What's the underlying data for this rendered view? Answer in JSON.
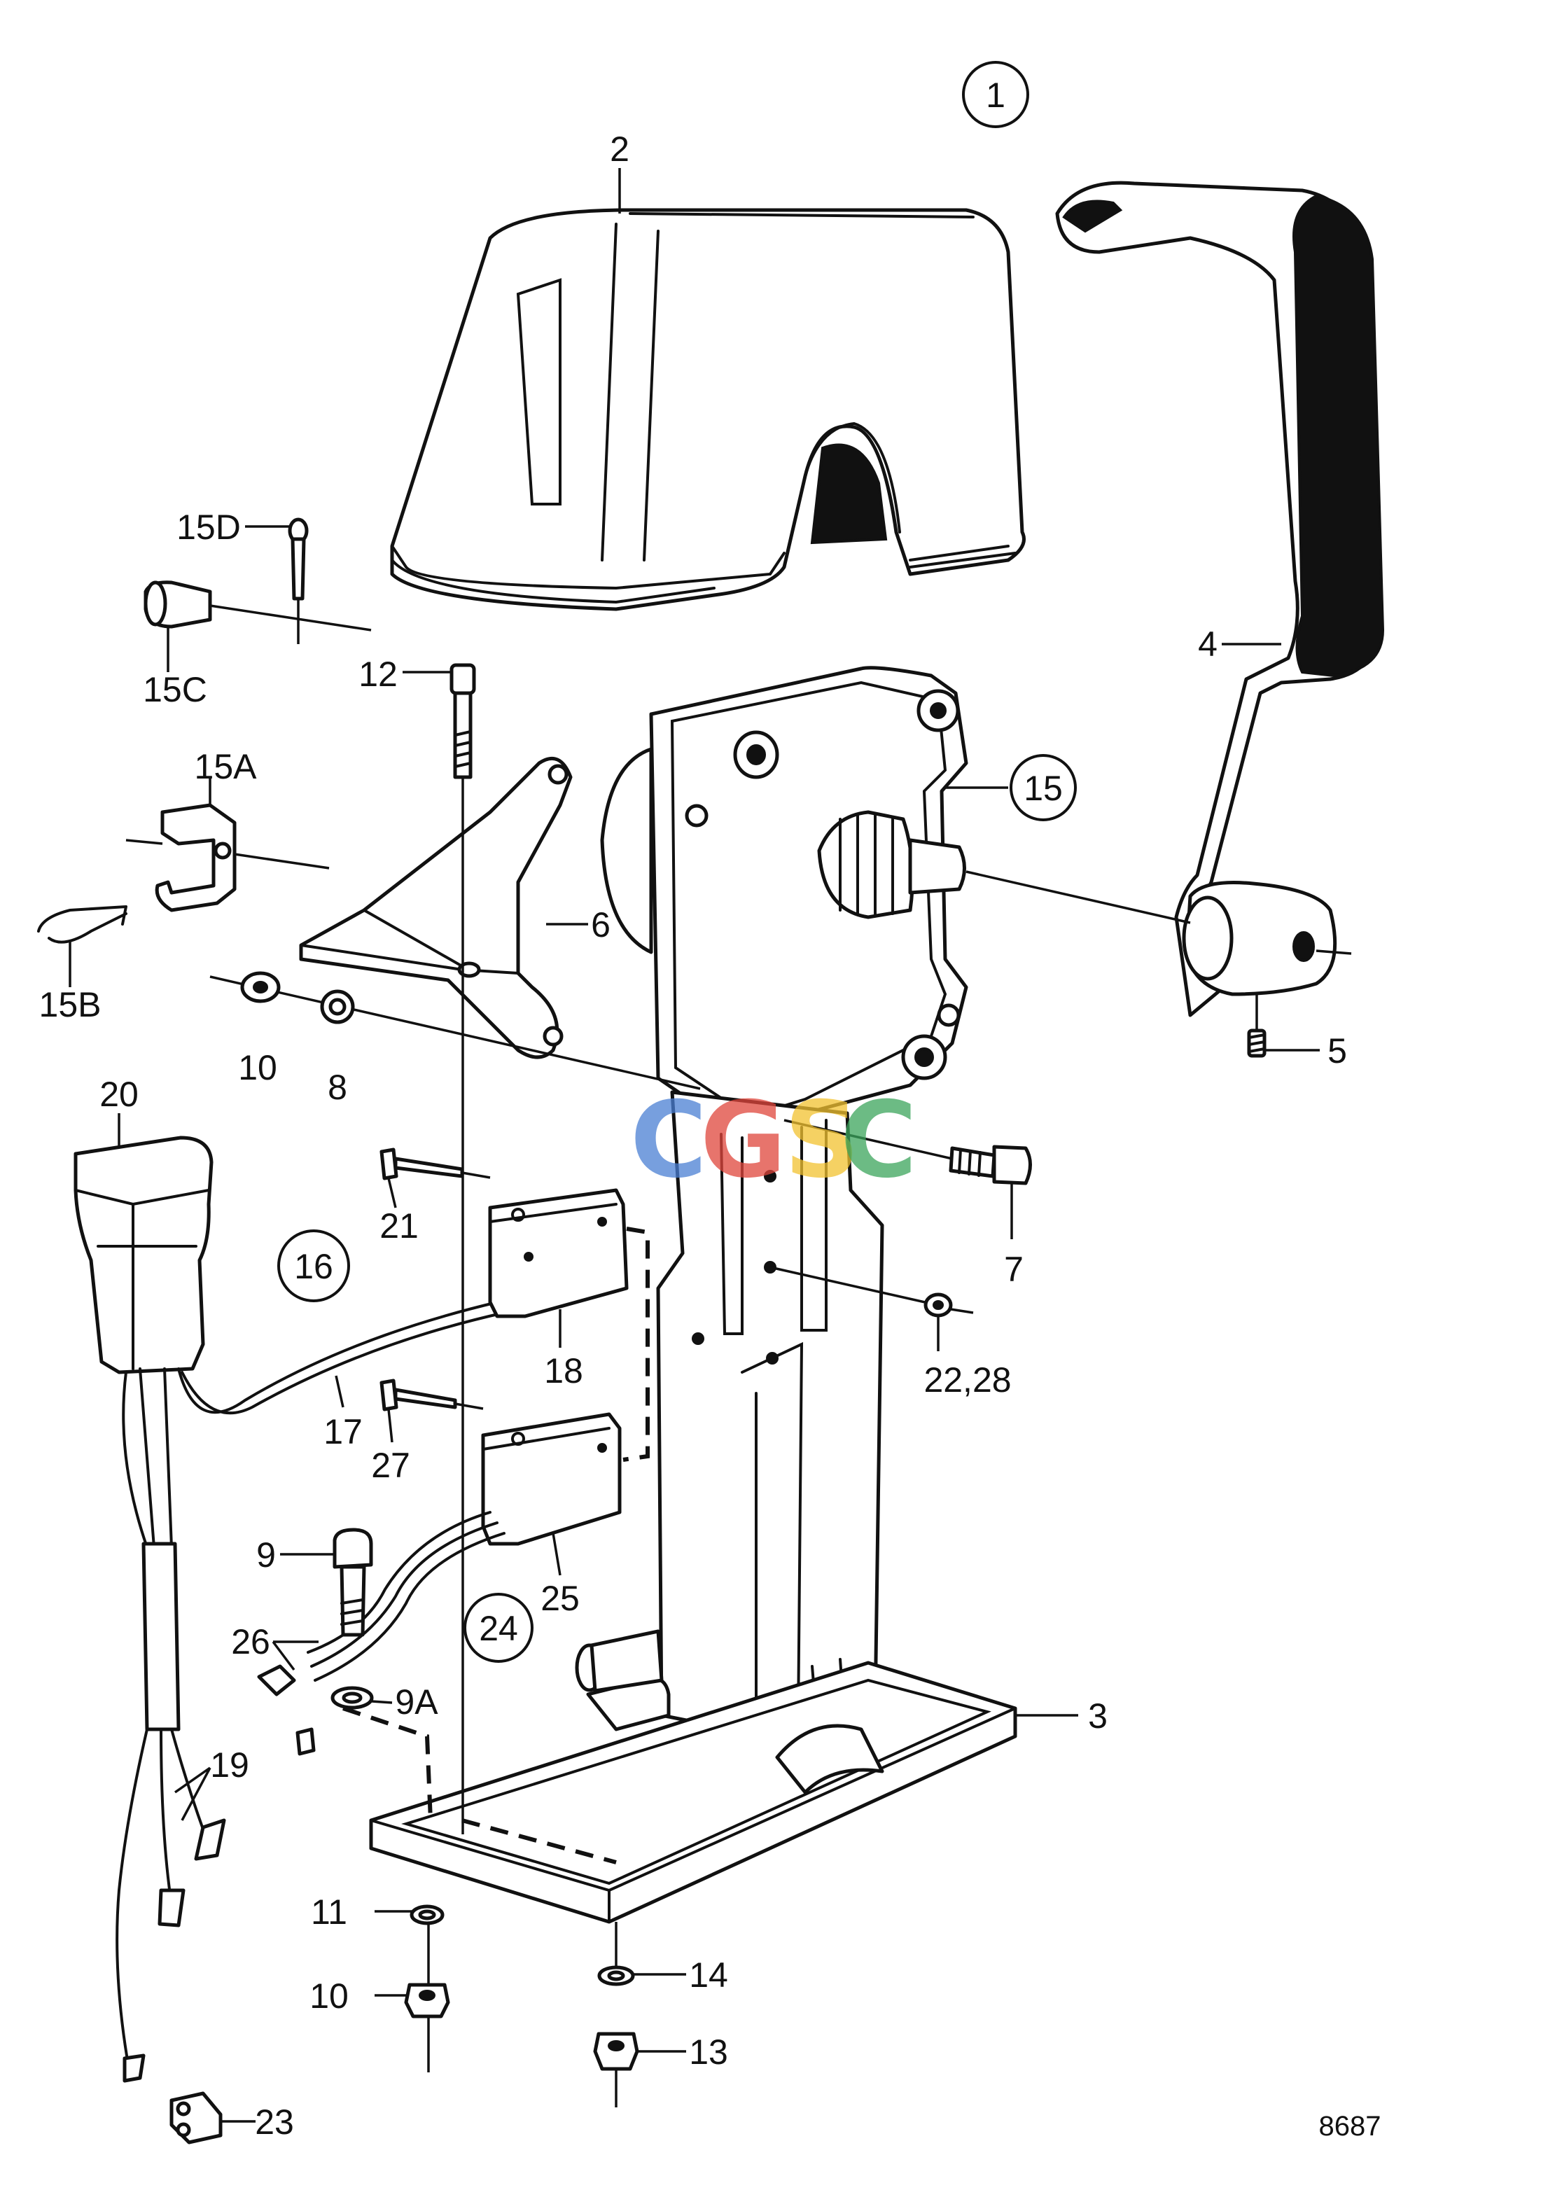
{
  "diagram": {
    "drawing_number": "8687",
    "watermark": {
      "letters": [
        "C",
        "G",
        "S",
        "C"
      ],
      "colors": [
        "#4a7fd4",
        "#e0463c",
        "#f2c230",
        "#3ba55c"
      ]
    },
    "callouts": {
      "c1": "1",
      "c2": "2",
      "c4": "4",
      "c15": "15",
      "c15D": "15D",
      "c15C": "15C",
      "c12": "12",
      "c15A": "15A",
      "c6": "6",
      "c15B": "15B",
      "c10a": "10",
      "c8": "8",
      "c5": "5",
      "c20": "20",
      "c7": "7",
      "c21": "21",
      "c16": "16",
      "c18": "18",
      "c22_28": "22,28",
      "c17": "17",
      "c27": "27",
      "c9": "9",
      "c25": "25",
      "c24": "24",
      "c26": "26",
      "c9A": "9A",
      "c3": "3",
      "c19": "19",
      "c11": "11",
      "c10b": "10",
      "c14": "14",
      "c13": "13",
      "c23": "23"
    }
  }
}
